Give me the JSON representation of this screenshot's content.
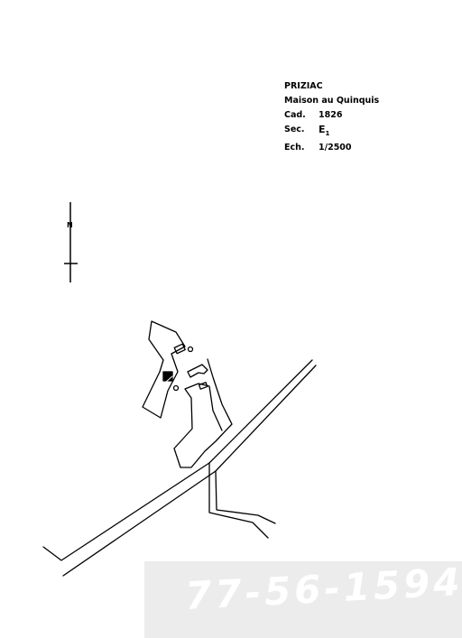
{
  "legend": {
    "commune": "PRIZIAC",
    "title": "Maison au Quinquis",
    "cad_key": "Cad.",
    "cad_year": "1826",
    "sec_key": "Sec.",
    "sec_letter": "E",
    "sec_index": "1",
    "ech_key": "Ech.",
    "scale": "1/2500"
  },
  "north_arrow": {
    "label": "N"
  },
  "stamp": {
    "reference": "77-56-1594"
  },
  "colors": {
    "ink": "#000000",
    "paper": "#ffffff",
    "stamp_band": "#ececec"
  }
}
